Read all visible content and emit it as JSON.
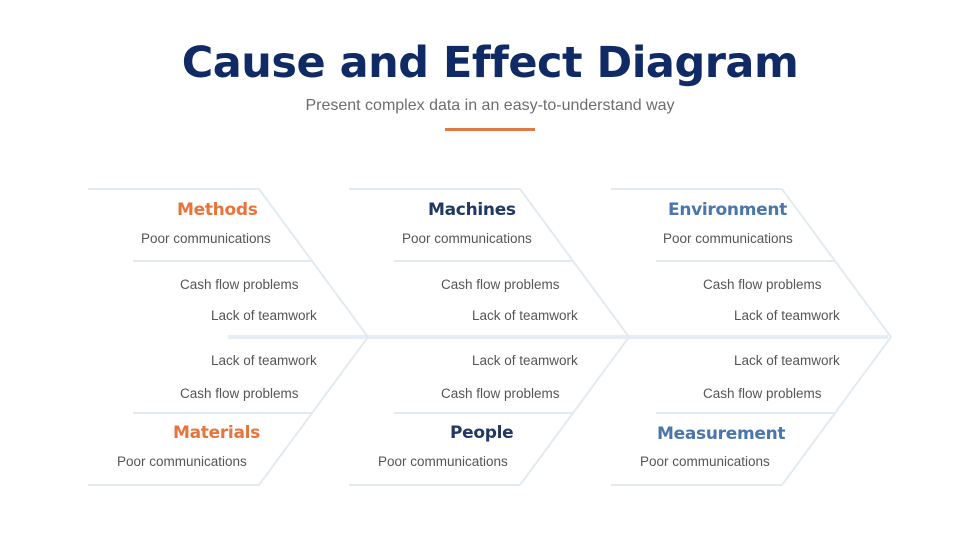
{
  "header": {
    "title": "Cause and Effect Diagram",
    "subtitle": "Present complex data in an easy-to-understand way"
  },
  "colors": {
    "title": "#0f2a64",
    "accent_orange": "#e8743b",
    "navy": "#203864",
    "steel_blue": "#4a76ac",
    "line": "#e3ebf1",
    "spine": "#e6edf6"
  },
  "categories": [
    {
      "name": "Methods",
      "position": "top",
      "color_key": "accent_orange",
      "causes": [
        "Poor communications",
        "Cash flow problems",
        "Lack of teamwork"
      ]
    },
    {
      "name": "Machines",
      "position": "top",
      "color_key": "navy",
      "causes": [
        "Poor communications",
        "Cash flow problems",
        "Lack of teamwork"
      ]
    },
    {
      "name": "Environment",
      "position": "top",
      "color_key": "steel_blue",
      "causes": [
        "Poor communications",
        "Cash flow problems",
        "Lack of teamwork"
      ]
    },
    {
      "name": "Materials",
      "position": "bottom",
      "color_key": "accent_orange",
      "causes": [
        "Lack of teamwork",
        "Cash flow problems",
        "Poor communications"
      ]
    },
    {
      "name": "People",
      "position": "bottom",
      "color_key": "navy",
      "causes": [
        "Lack of teamwork",
        "Cash flow problems",
        "Poor communications"
      ]
    },
    {
      "name": "Measurement",
      "position": "bottom",
      "color_key": "steel_blue",
      "causes": [
        "Lack of teamwork",
        "Cash flow problems",
        "Poor communications"
      ]
    }
  ]
}
